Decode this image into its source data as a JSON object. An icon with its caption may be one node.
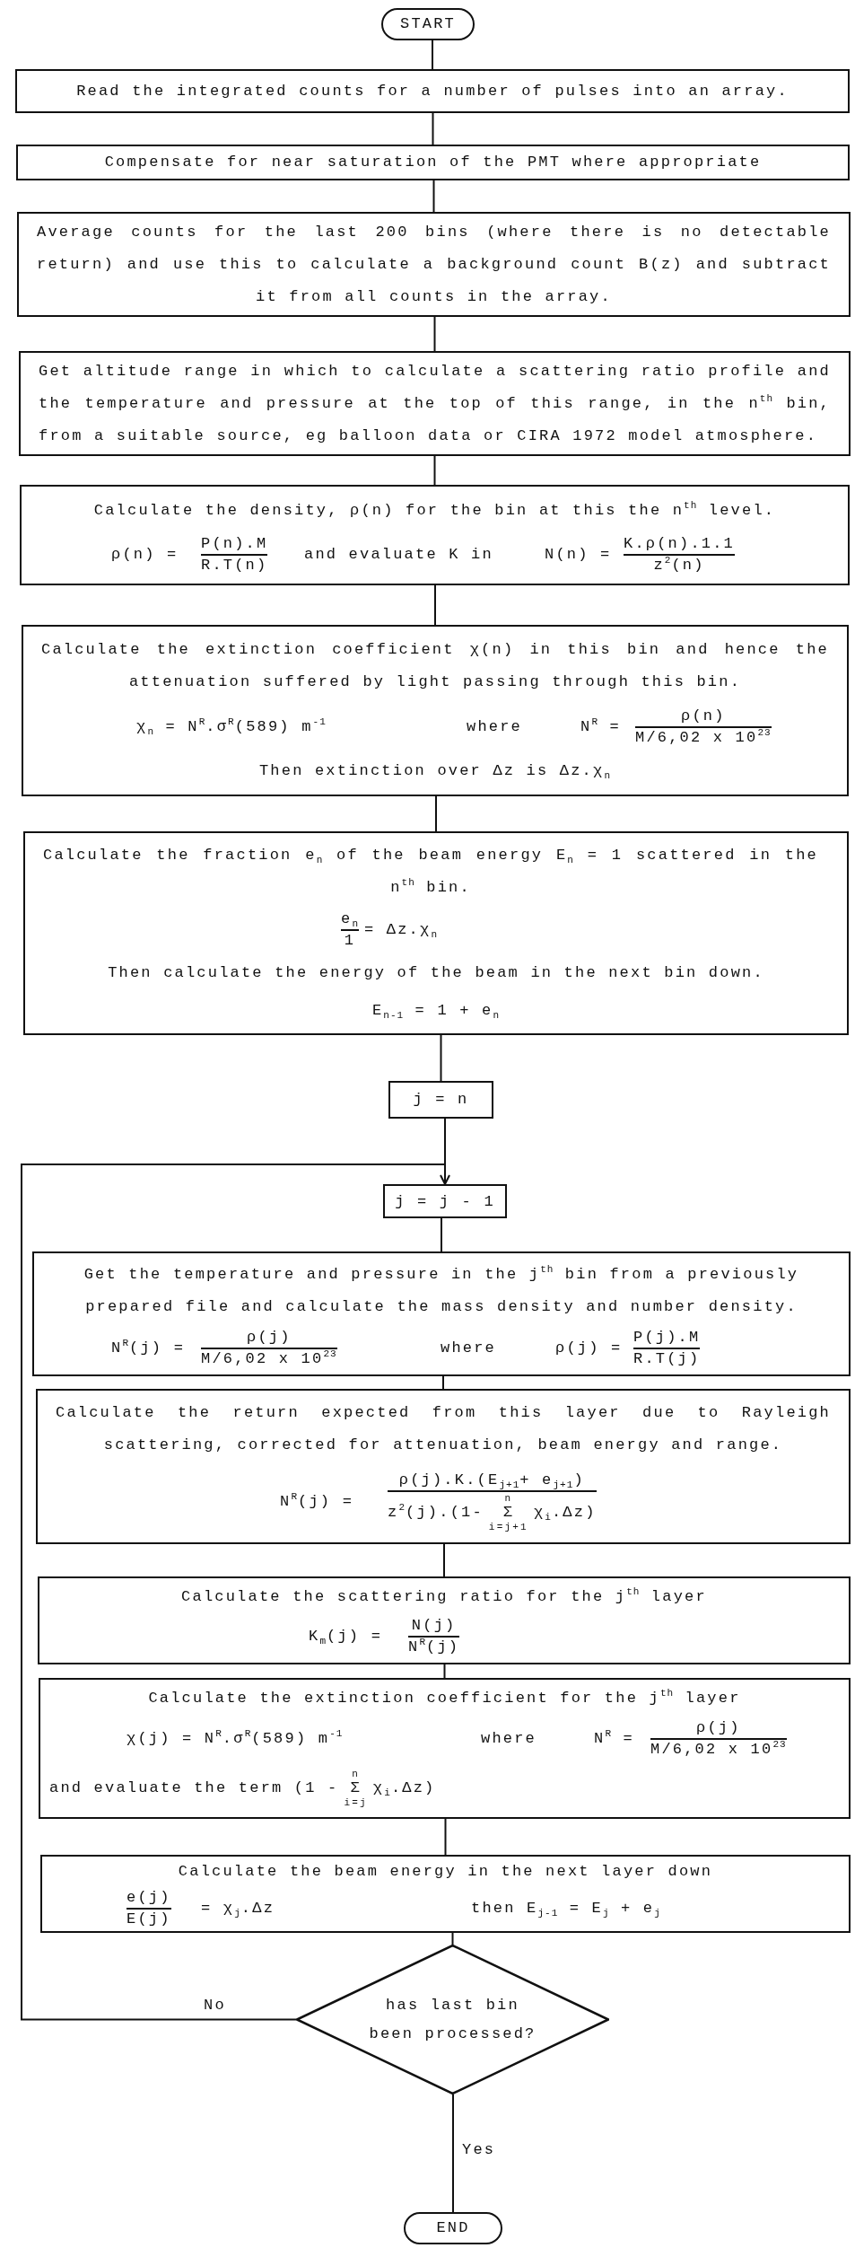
{
  "diagram": {
    "nodes": [
      {
        "text": [
          "START"
        ]
      },
      {
        "text": [
          "Read the integrated counts for a number of pulses into an array."
        ]
      },
      {
        "text": [
          "Compensate for near saturation of the PMT where appropriate"
        ]
      },
      {
        "text": [
          "Average counts for the last 200 bins (where there is no detectable return) and use this to calculate a background count B(z) and subtract it from all counts in the array."
        ]
      },
      {
        "text": [
          "Get altitude range in which to calculate a scattering ratio profile and the temperature and pressure at the top of this range, in the n$^{th}$ bin, from a suitable source, eg balloon data or CIRA 1972 model atmosphere."
        ]
      },
      {
        "text": [
          "Calculate the density, ρ(n) for the bin at this the n$^{th}$ level.",
          "ρ(n) =",
          "P(n).M",
          "R.T(n)",
          "and evaluate K in",
          "N(n) =",
          "K.ρ(n).1.1",
          "z$^{2}$(n)"
        ]
      },
      {
        "text": [
          "Calculate the extinction coefficient χ(n) in this bin and hence the attenuation suffered by light passing through this bin.",
          "χ$_{n}$ = N$^{R}$.σ$^{R}$(589) m$^{-1}$",
          "where",
          "N$^{R}$ =",
          "ρ(n)",
          "M/6,02 x 10$^{23}$",
          "Then extinction over Δz is Δz.χ$_{n}$"
        ]
      },
      {
        "text": [
          "Calculate the fraction e$_{n}$ of the beam energy E$_{n}$ = 1 scattered in the n$^{th}$ bin.",
          "e$_{n}$",
          "1",
          "= Δz.χ$_{n}$",
          "Then calculate the energy of the beam in the next bin down.",
          "E$_{n-1}$ = 1 + e$_{n}$"
        ]
      },
      {
        "text": [
          "j = n"
        ]
      },
      {
        "text": [
          "j = j - 1"
        ]
      },
      {
        "text": [
          "Get the temperature and pressure in the j$^{th}$ bin from a previously prepared file and calculate the mass density and number density.",
          "N$^{R}$(j) =",
          "ρ(j)",
          "M/6,02 x 10$^{23}$",
          "where",
          "ρ(j) =",
          "P(j).M",
          "R.T(j)"
        ]
      },
      {
        "text": [
          "Calculate the return expected from this layer due to Rayleigh scattering, corrected for attenuation, beam energy and range.",
          "N$^{R}$(j) =",
          "ρ(j).K.(E$_{j+1}$+ e$_{j+1}$)",
          "z$^{2}$(j).(1-",
          "n",
          "Σ",
          "i=j+1",
          "χ$_{i}$.Δz)"
        ]
      },
      {
        "text": [
          "Calculate the scattering ratio for the j$^{th}$ layer",
          "K$_{m}$(j) =",
          "N(j)",
          "N$^{R}$(j)"
        ]
      },
      {
        "text": [
          "Calculate the extinction coefficient for the j$^{th}$ layer",
          "χ(j) = N$^{R}$.σ$^{R}$(589) m$^{-1}$",
          "where",
          "N$^{R}$ =",
          "ρ(j)",
          "M/6,02 x 10$^{23}$",
          "and evaluate the term (1 -",
          "n",
          "Σ",
          "i=j",
          "χ$_{i}$.Δz)"
        ]
      },
      {
        "text": [
          "Calculate the beam energy in the next layer down",
          "e(j)",
          "E(j)",
          "= χ$_{j}$.Δz",
          "then E$_{j-1}$ = E$_{j}$ + e$_{j}$"
        ]
      },
      {
        "text": [
          "has last bin been processed?"
        ]
      },
      {
        "text": [
          "END"
        ]
      }
    ],
    "edges": [
      {
        "from": 0,
        "to": 1,
        "arrow": "none"
      },
      {
        "from": 1,
        "to": 2,
        "arrow": "none"
      },
      {
        "from": 2,
        "to": 3,
        "arrow": "none"
      },
      {
        "from": 3,
        "to": 4,
        "arrow": "none"
      },
      {
        "from": 4,
        "to": 5,
        "arrow": "none"
      },
      {
        "from": 5,
        "to": 6,
        "arrow": "none"
      },
      {
        "from": 6,
        "to": 7,
        "arrow": "none"
      },
      {
        "from": 7,
        "to": 8,
        "arrow": "none"
      },
      {
        "from": 8,
        "to": 9,
        "arrow": "none"
      },
      {
        "from": 9,
        "to": 10,
        "arrow": "none"
      },
      {
        "from": 10,
        "to": 11,
        "arrow": "none"
      },
      {
        "from": 11,
        "to": 12,
        "arrow": "none"
      },
      {
        "from": 12,
        "to": 13,
        "arrow": "none"
      },
      {
        "from": 13,
        "to": 14,
        "arrow": "none"
      },
      {
        "from": 14,
        "to": 15,
        "arrow": "none"
      },
      {
        "from": 15,
        "to": 16,
        "arrow": "none",
        "label": "Yes"
      },
      {
        "from": 15,
        "to": 9,
        "arrow": "to",
        "label": "No"
      }
    ]
  }
}
